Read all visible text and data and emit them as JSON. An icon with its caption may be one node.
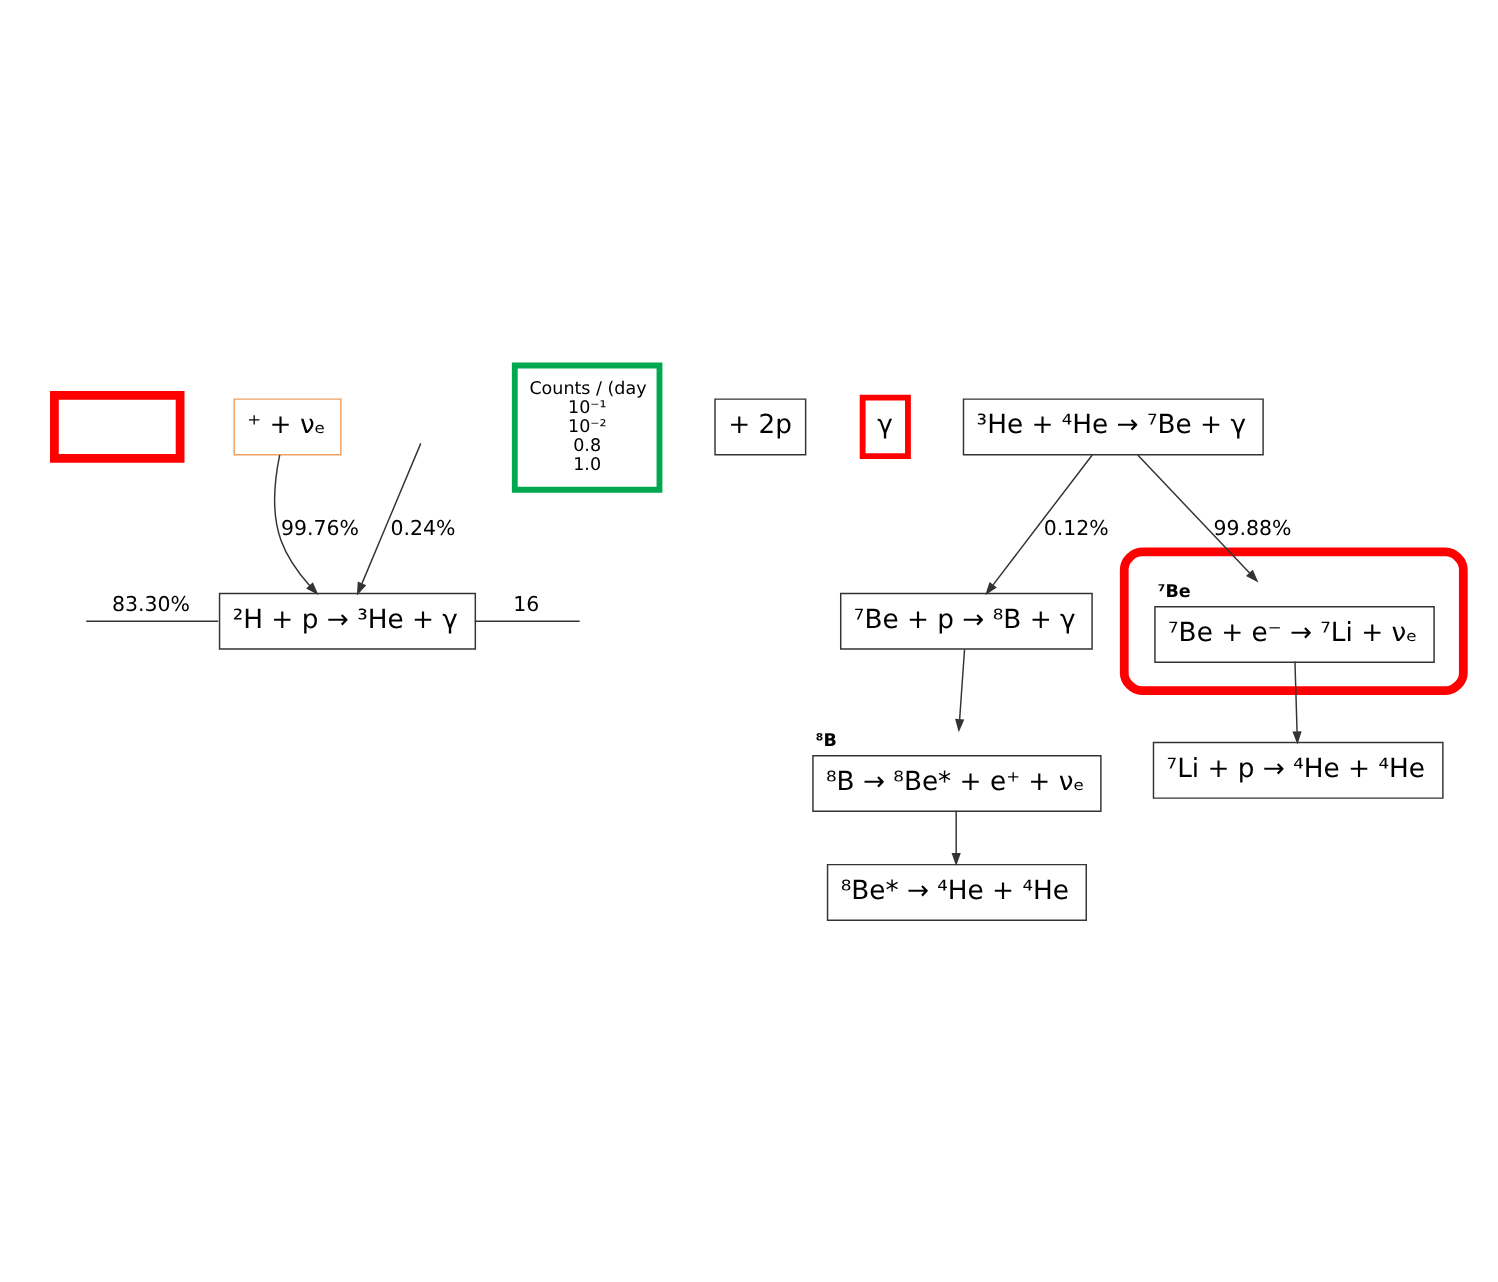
{
  "diagram": {
    "nodes": [
      {
        "text": [],
        "shape": "box"
      },
      {
        "text": [
          "⁺ + νₑ"
        ]
      },
      {
        "text": [
          "²H + p → ³He + γ"
        ]
      },
      {
        "text": [
          "Counts / (day",
          "10⁻¹",
          "10⁻²",
          "0.8",
          "1.0"
        ]
      },
      {
        "text": [
          "+ 2p"
        ]
      },
      {
        "text": [
          "γ"
        ]
      },
      {
        "text": [
          "³He + ⁴He → ⁷Be + γ"
        ]
      },
      {
        "text": [
          "⁷Be + p → ⁸B + γ"
        ]
      },
      {
        "text": [],
        "shape": "ellipse"
      },
      {
        "text": [
          "⁷Be + e⁻ → ⁷Li + νₑ"
        ],
        "beside": [
          "⁷Be"
        ],
        "in": 8
      },
      {
        "text": [
          "⁸B → ⁸Be* + e⁺ + νₑ"
        ],
        "beside": [
          "⁸B"
        ]
      },
      {
        "text": [
          "⁷Li + p → ⁴He + ⁴He"
        ]
      },
      {
        "text": [
          "⁸Be* → ⁴He + ⁴He"
        ]
      }
    ],
    "edges": [
      {
        "from": 1,
        "to": 2,
        "arrow": "to",
        "label": "99.76%"
      },
      {
        "from": null,
        "to": 2,
        "arrow": "to",
        "label": "0.24%"
      },
      {
        "from": 2,
        "to": null,
        "arrow": "none",
        "label": "83.30%"
      },
      {
        "from": 2,
        "to": null,
        "arrow": "none",
        "label": "16"
      },
      {
        "from": 6,
        "to": 7,
        "arrow": "to",
        "label": "0.12%"
      },
      {
        "from": 6,
        "to": 9,
        "arrow": "to",
        "label": "99.88%"
      },
      {
        "from": 7,
        "to": 10,
        "arrow": "to"
      },
      {
        "from": 10,
        "to": 12,
        "arrow": "to"
      },
      {
        "from": 9,
        "to": 11,
        "arrow": "to"
      }
    ]
  }
}
